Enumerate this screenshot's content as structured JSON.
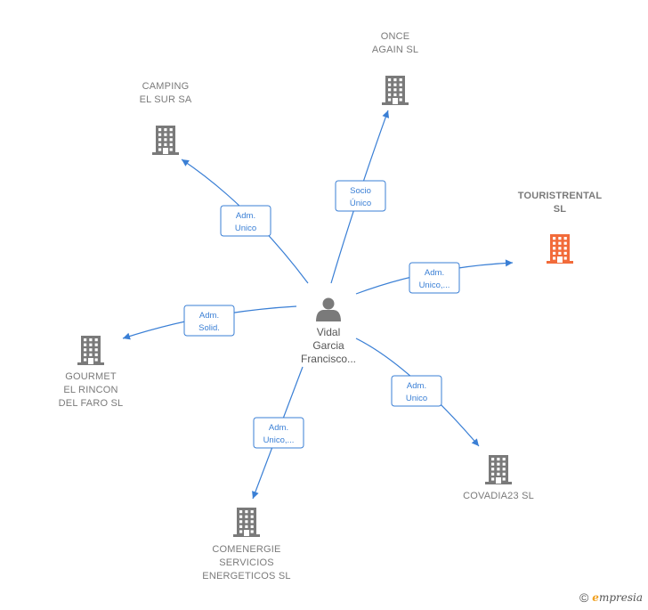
{
  "center": {
    "label_lines": [
      "Vidal",
      "Garcia",
      "Francisco..."
    ],
    "icon": "person-icon"
  },
  "companies": [
    {
      "id": "camping",
      "label_lines": [
        "CAMPING",
        "EL SUR SA"
      ],
      "highlight": false
    },
    {
      "id": "once",
      "label_lines": [
        "ONCE",
        "AGAIN SL"
      ],
      "highlight": false
    },
    {
      "id": "touristrental",
      "label_lines": [
        "TOURISTRENTAL",
        "SL"
      ],
      "highlight": true
    },
    {
      "id": "gourmet",
      "label_lines": [
        "GOURMET",
        "EL RINCON",
        "DEL FARO SL"
      ],
      "highlight": false
    },
    {
      "id": "covadia",
      "label_lines": [
        "COVADIA23  SL"
      ],
      "highlight": false
    },
    {
      "id": "comenergie",
      "label_lines": [
        "COMENERGIE",
        "SERVICIOS",
        "ENERGETICOS SL"
      ],
      "highlight": false
    }
  ],
  "relations": [
    {
      "target": "camping",
      "label_lines": [
        "Adm.",
        "Unico"
      ]
    },
    {
      "target": "once",
      "label_lines": [
        "Socio",
        "Único"
      ]
    },
    {
      "target": "touristrental",
      "label_lines": [
        "Adm.",
        "Unico,..."
      ]
    },
    {
      "target": "gourmet",
      "label_lines": [
        "Adm.",
        "Solid."
      ]
    },
    {
      "target": "covadia",
      "label_lines": [
        "Adm.",
        "Unico"
      ]
    },
    {
      "target": "comenergie",
      "label_lines": [
        "Adm.",
        "Unico,..."
      ]
    }
  ],
  "colors": {
    "edge": "#3a7fd5",
    "building_default": "#7a7a7a",
    "building_highlight": "#f26b3a",
    "person": "#7a7a7a"
  },
  "footer": {
    "copyright_symbol": "©",
    "brand_initial": "e",
    "brand_rest": "mpresia"
  }
}
